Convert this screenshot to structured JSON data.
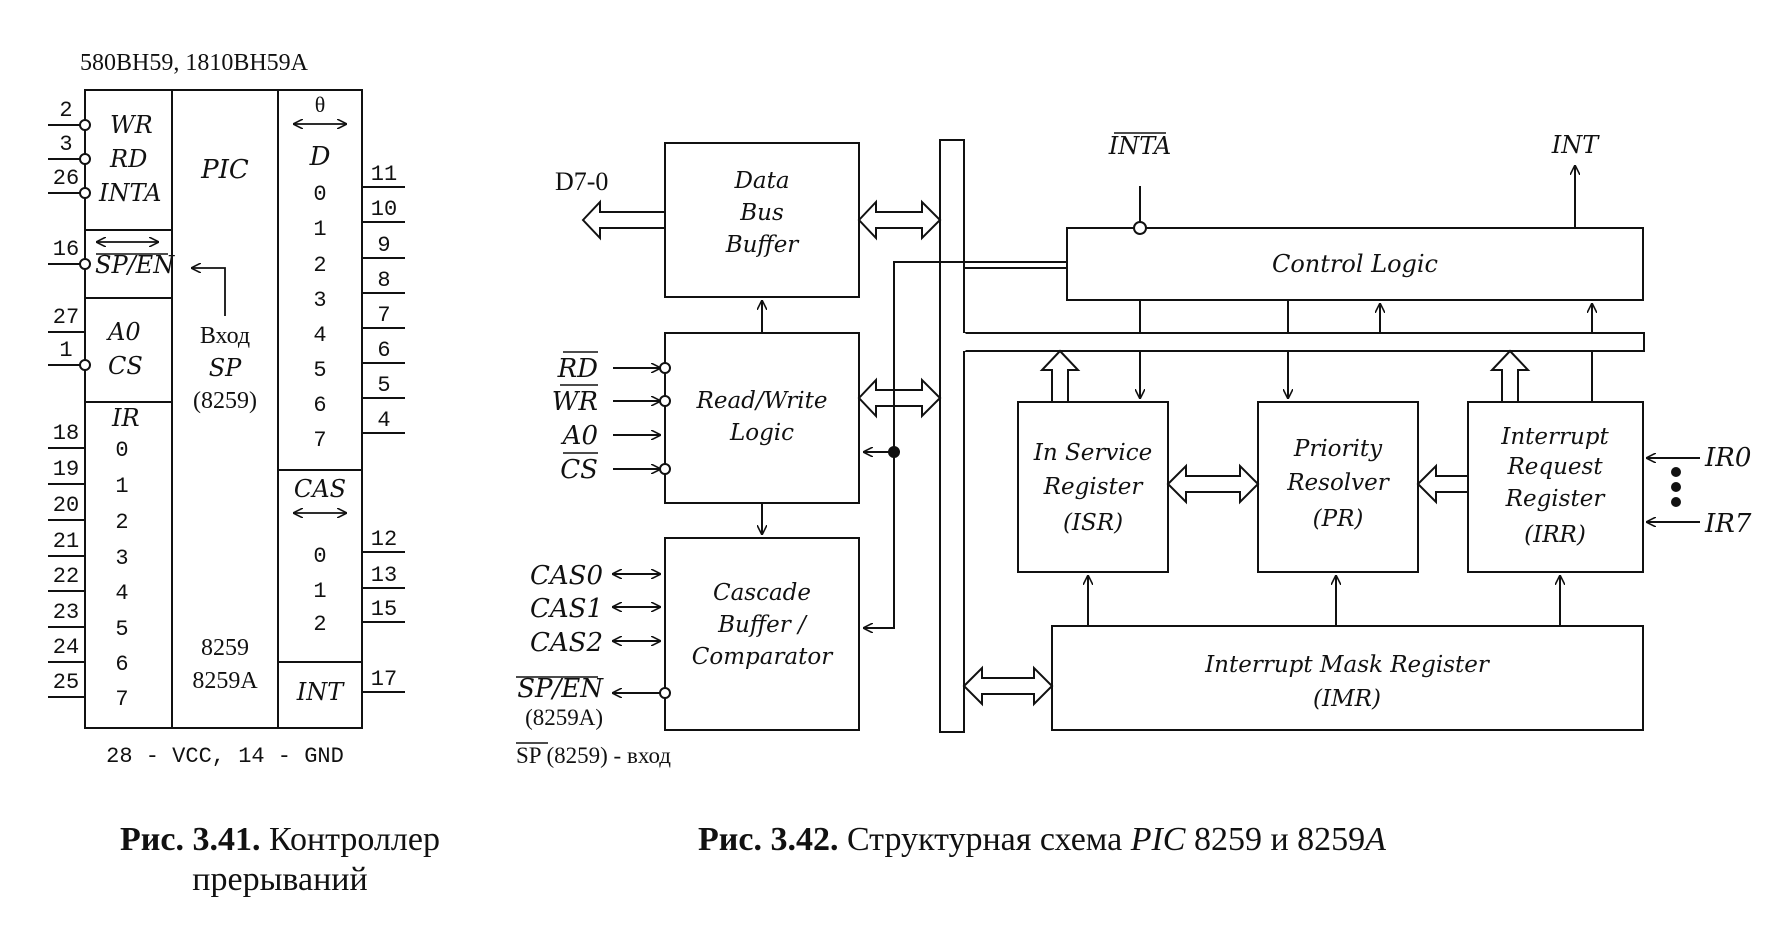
{
  "fig1": {
    "title": "580ВН59, 1810ВН59А",
    "left_inputs": [
      {
        "pin": "2",
        "label": "WR"
      },
      {
        "pin": "3",
        "label": "RD"
      },
      {
        "pin": "26",
        "label": "INTA"
      }
    ],
    "sp_pin": "16",
    "sp_label": "SP/EN",
    "a0_pin": "27",
    "a0_label": "A0",
    "cs_pin": "1",
    "cs_label": "CS",
    "ir_label": "IR",
    "ir_pins": [
      "18",
      "19",
      "20",
      "21",
      "22",
      "23",
      "24",
      "25"
    ],
    "ir_bits": [
      "0",
      "1",
      "2",
      "3",
      "4",
      "5",
      "6",
      "7"
    ],
    "center_title": "PIC",
    "center_input_word": "Вход",
    "center_input_sp": "SP",
    "center_input_model": "(8259)",
    "center_models": [
      "8259",
      "8259A"
    ],
    "d_arrow": "↔",
    "d_theta": "θ",
    "d_label": "D",
    "d_bits": [
      "0",
      "1",
      "2",
      "3",
      "4",
      "5",
      "6",
      "7"
    ],
    "d_pins": [
      "11",
      "10",
      "9",
      "8",
      "7",
      "6",
      "5",
      "4"
    ],
    "cas_label": "CAS",
    "cas_bits": [
      "0",
      "1",
      "2"
    ],
    "cas_pins": [
      "12",
      "13",
      "15"
    ],
    "int_label": "INT",
    "int_pin": "17",
    "power_note": "28 - VCC, 14 - GND"
  },
  "fig2": {
    "d_bus_label": "D7-0",
    "data_bus_buffer": [
      "Data",
      "Bus",
      "Buffer"
    ],
    "rw_logic": [
      "Read/Write",
      "Logic"
    ],
    "rw_inputs": [
      "RD",
      "WR",
      "A0",
      "CS"
    ],
    "cascade": [
      "Cascade",
      "Buffer /",
      "Comparator"
    ],
    "cas_lines": [
      "CAS0",
      "CAS1",
      "CAS2"
    ],
    "sp_en": "SP/EN",
    "sp_en_model": "(8259A)",
    "sp_note": "SP (8259) - вход",
    "inta": "INTA",
    "int": "INT",
    "control_logic": "Control  Logic",
    "isr": [
      "In Service",
      "Register",
      "(ISR)"
    ],
    "pr": [
      "Priority",
      "Resolver",
      "(PR)"
    ],
    "irr": [
      "Interrupt",
      "Request",
      "Register",
      "(IRR)"
    ],
    "ir0": "IR0",
    "ir7": "IR7",
    "imr": [
      "Interrupt Mask Register",
      "(IMR)"
    ]
  },
  "captions": {
    "fig1_num": "Рис. 3.41.",
    "fig1_text1": "Контроллер",
    "fig1_text2": "прерываний",
    "fig2_num": "Рис. 3.42.",
    "fig2_text_a": "Структурная схема",
    "fig2_text_pic": "PIC",
    "fig2_text_b": "8259 и 8259",
    "fig2_text_a_suffix": "A"
  }
}
